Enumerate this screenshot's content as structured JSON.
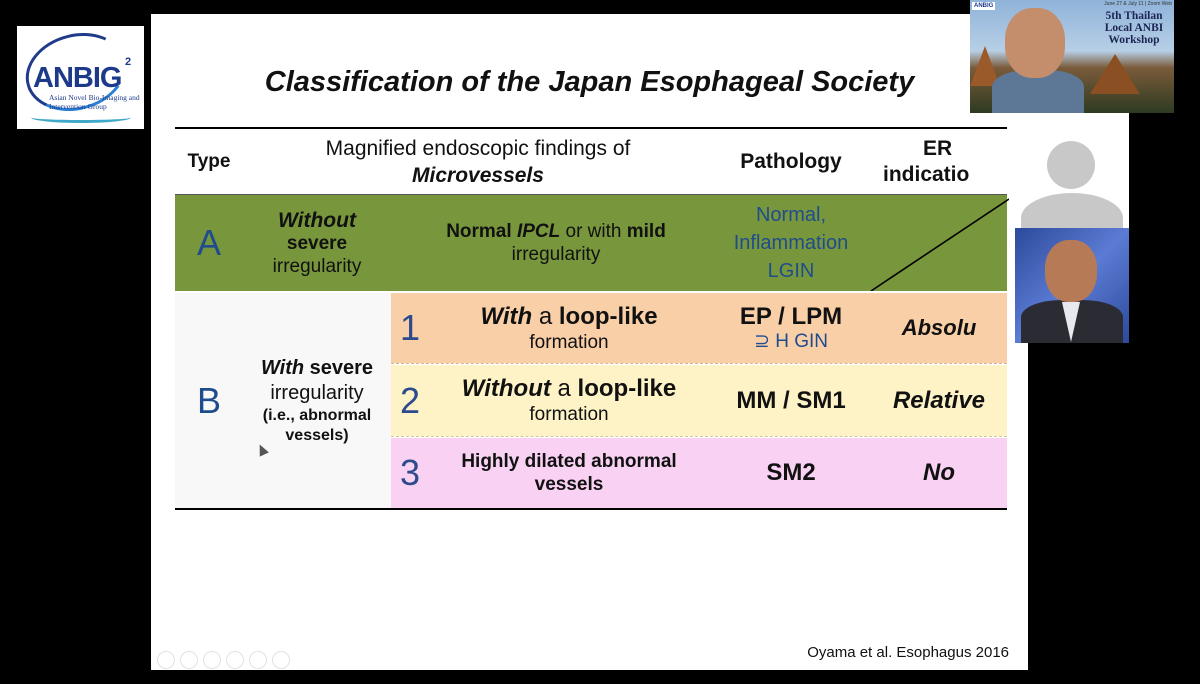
{
  "logo": {
    "brand": "ANBIG",
    "superscript": "2",
    "subtitle": "Asian Novel Bio-Imaging and Intervention Group"
  },
  "slide": {
    "title": "Classification of the Japan Esophageal Society",
    "headers": {
      "type": "Type",
      "findings_line1": "Magnified endoscopic findings of",
      "findings_line2": "Microvessels",
      "pathology": "Pathology",
      "er_line1": "ER",
      "er_line2": "indicatio"
    },
    "row_a": {
      "letter": "A",
      "desc_1": "Without",
      "desc_2": "severe",
      "desc_3": "irregularity",
      "find_1": "Normal ",
      "find_ipcl": "IPCL",
      "find_2": " or with ",
      "find_mild": "mild",
      "find_3": "irregularity",
      "path_1": "Normal,",
      "path_2": "Inflammation",
      "path_3": "LGIN"
    },
    "row_b": {
      "letter": "B",
      "desc_with": "With",
      "desc_severe": " severe",
      "desc_irreg": "irregularity",
      "desc_ie": "(i.e., abnormal",
      "desc_vessels": "vessels)",
      "sub1": {
        "num": "1",
        "with": "With",
        "a": " a ",
        "loop": "loop-like",
        "formation": "formation",
        "path": "EP / LPM",
        "path2": "⊇ H GIN",
        "er": "Absolu"
      },
      "sub2": {
        "num": "2",
        "without": "Without",
        "a": " a ",
        "loop": "loop-like",
        "formation": "formation",
        "path": "MM / SM1",
        "er": "Relative"
      },
      "sub3": {
        "num": "3",
        "find_1": "Highly dilated abnormal",
        "find_2": "vessels",
        "path": "SM2",
        "er": "No"
      }
    },
    "citation": "Oyama et al. Esophagus 2016"
  },
  "video": {
    "banner_1": "5th Thailan",
    "banner_2": "Local ANBI",
    "banner_3": "Workshop",
    "banner_small": "June 27 & July 11 | Zoom Web",
    "mini_logo": "ANBIG"
  }
}
